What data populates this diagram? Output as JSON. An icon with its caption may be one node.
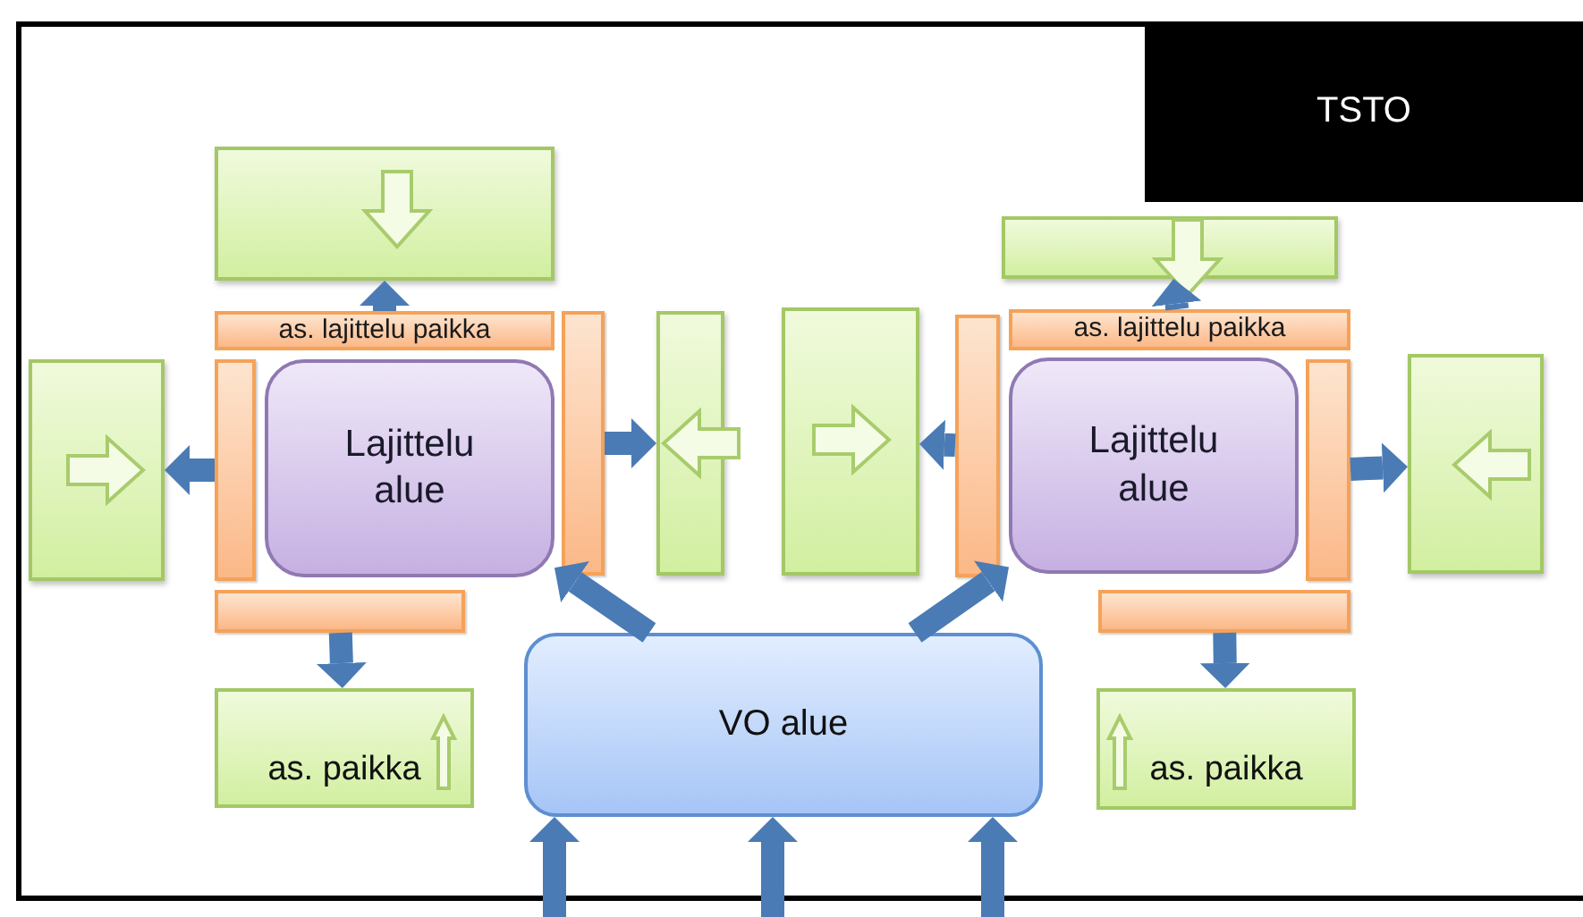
{
  "diagram": {
    "nodes": [
      {
        "text": [
          "TSTO"
        ]
      },
      {
        "text": [],
        "shape": "box"
      },
      {
        "text": [],
        "shape": "box"
      },
      {
        "text": [
          "as. lajittelu paikka"
        ]
      },
      {
        "text": [
          "as. lajittelu paikka"
        ]
      },
      {
        "text": [],
        "shape": "box"
      },
      {
        "text": [],
        "shape": "bar"
      },
      {
        "text": [
          "Lajittelu alue"
        ]
      },
      {
        "text": [],
        "shape": "bar"
      },
      {
        "text": [],
        "shape": "box"
      },
      {
        "text": [],
        "shape": "box"
      },
      {
        "text": [],
        "shape": "bar"
      },
      {
        "text": [
          "Lajittelu alue"
        ]
      },
      {
        "text": [],
        "shape": "bar"
      },
      {
        "text": [],
        "shape": "box"
      },
      {
        "text": [],
        "shape": "bar"
      },
      {
        "text": [],
        "shape": "bar"
      },
      {
        "text": [
          "VO alue"
        ]
      },
      {
        "text": [
          "as. paikka"
        ]
      },
      {
        "text": [
          "as. paikka"
        ]
      }
    ],
    "edges": [
      {
        "from": 3,
        "to": 1,
        "arrow": "to"
      },
      {
        "from": 4,
        "to": 2,
        "arrow": "to"
      },
      {
        "from": 6,
        "to": 5,
        "arrow": "to"
      },
      {
        "from": 8,
        "to": 9,
        "arrow": "to"
      },
      {
        "from": 11,
        "to": 10,
        "arrow": "to"
      },
      {
        "from": 13,
        "to": 14,
        "arrow": "to"
      },
      {
        "from": 15,
        "to": 18,
        "arrow": "to"
      },
      {
        "from": 16,
        "to": 19,
        "arrow": "to"
      },
      {
        "from": 17,
        "to": 7,
        "arrow": "to"
      },
      {
        "from": 17,
        "to": 12,
        "arrow": "to"
      },
      {
        "from": null,
        "to": 17,
        "arrow": "to"
      },
      {
        "from": null,
        "to": 17,
        "arrow": "to"
      },
      {
        "from": null,
        "to": 17,
        "arrow": "to"
      }
    ]
  }
}
